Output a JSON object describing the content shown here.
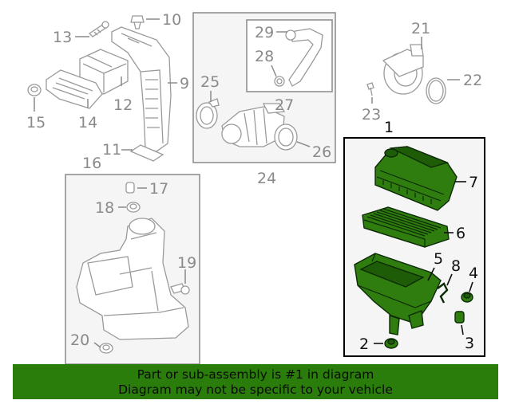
{
  "diagram": {
    "group_labels": {
      "g24": "24",
      "g16": "16",
      "g1": "1",
      "g27": "27"
    },
    "callouts": {
      "c2": "2",
      "c3": "3",
      "c4": "4",
      "c5": "5",
      "c6": "6",
      "c7": "7",
      "c8": "8",
      "c9": "9",
      "c10": "10",
      "c11": "11",
      "c12": "12",
      "c13": "13",
      "c14": "14",
      "c15": "15",
      "c17": "17",
      "c18": "18",
      "c19": "19",
      "c20": "20",
      "c21": "21",
      "c22": "22",
      "c23": "23",
      "c25": "25",
      "c26": "26",
      "c28": "28",
      "c29": "29"
    },
    "colors": {
      "highlight_fill": "#2f7d0f",
      "banner_bg": "#2a7d0a",
      "callout_grey": "#8a8a8a"
    }
  },
  "banner": {
    "line1": "Part or sub-assembly is #1 in diagram",
    "line2": "Diagram may not be specific to your vehicle"
  }
}
